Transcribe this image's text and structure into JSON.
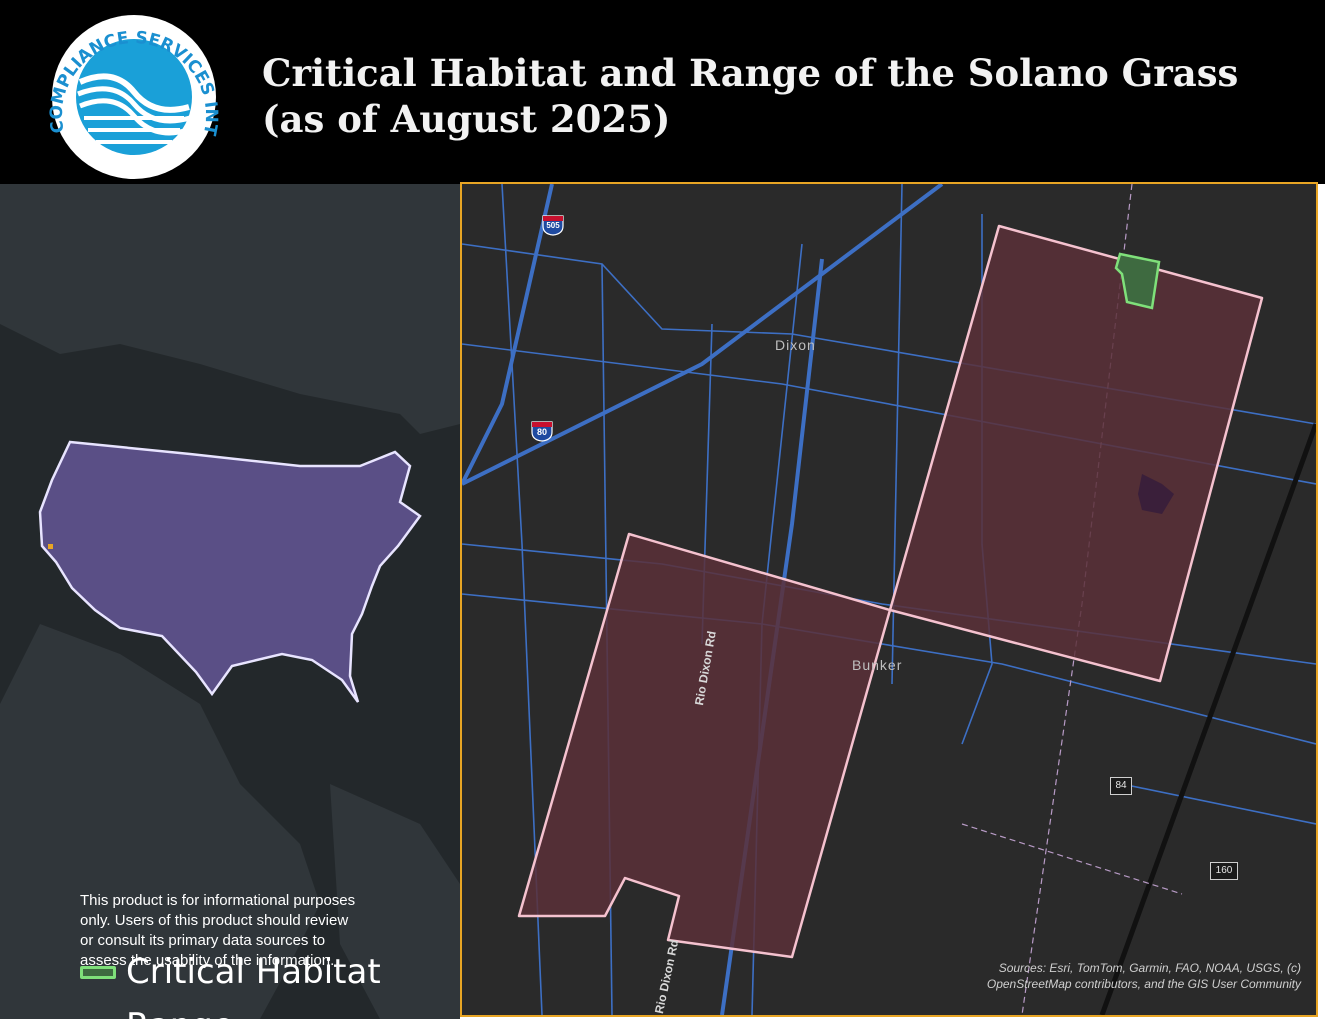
{
  "header": {
    "title": "Critical Habitat and Range of the Solano Grass (as of August 2025)",
    "logo_text": "COMPLIANCE SERVICES INTERNATIONAL"
  },
  "legend": {
    "critical_habitat": {
      "label": "Critical Habitat",
      "color": "#7fe07a"
    },
    "range": {
      "label": "Range",
      "color": "#f0a6b8"
    }
  },
  "disclaimer": "This product is for informational purposes only. Users of this product should review or consult its primary data sources to assess the usability of the information.",
  "map": {
    "places": [
      "Dixon",
      "Bunker"
    ],
    "roads": [
      "Rio Dixon Rd",
      "Rio Dixon Rd"
    ],
    "interstates": [
      "505",
      "80"
    ],
    "highways": [
      "84",
      "160"
    ],
    "sources": "Sources: Esri, TomTom, Garmin, FAO, NOAA, USGS, (c) OpenStreetMap contributors, and the GIS User Community"
  },
  "colors": {
    "frame": "#e8a524",
    "us_fill": "#5a4f86",
    "range_fill": "#5b3038",
    "road": "#3d6fc4"
  }
}
